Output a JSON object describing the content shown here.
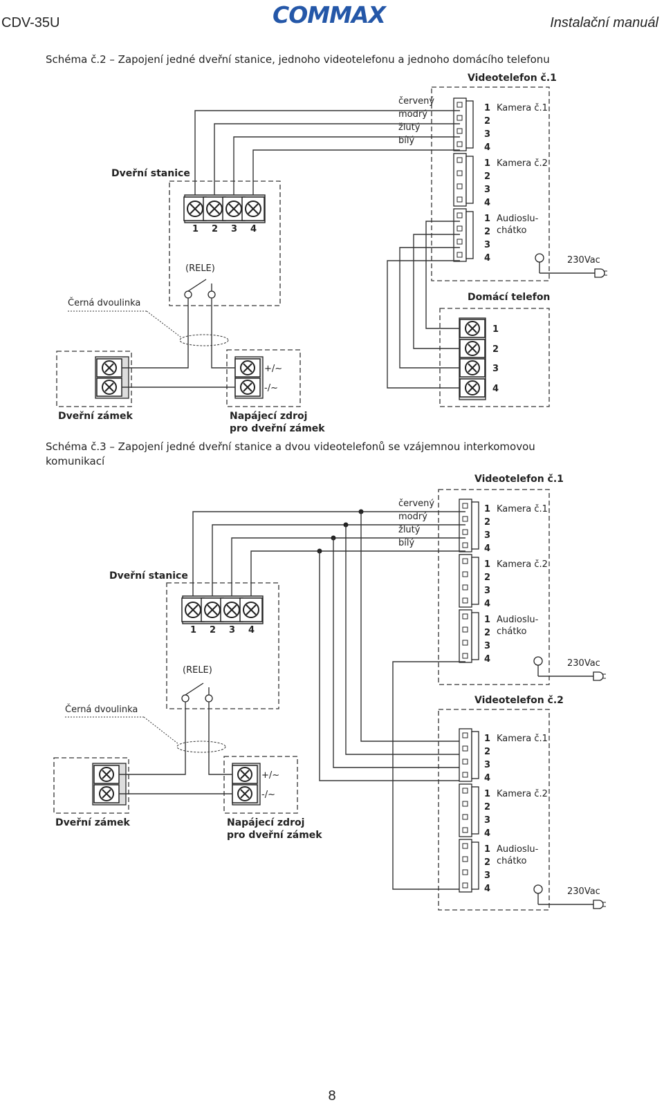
{
  "header": {
    "model": "CDV-35U",
    "brand": "COMMAX",
    "doc_title": "Instalační manuál"
  },
  "page_number": "8",
  "schema2": {
    "title": "Schéma č.2 – Zapojení jedné dveřní stanice, jednoho videotelefonu a jednoho domácího telefonu",
    "videotelefon": "Videotelefon č.1",
    "domaci_telefon": "Domácí telefon",
    "dverni_stanice": "Dveřní stanice",
    "rele": "(RELE)",
    "cerna_dvoulinka": "Černá dvoulinka",
    "dverni_zamek": "Dveřní zámek",
    "zdroj_line1": "Napájecí zdroj",
    "zdroj_line2": "pro dveřní zámek"
  },
  "schema3": {
    "title_line1": "Schéma č.3 – Zapojení jedné dveřní stanice a dvou videotelefonů se vzájemnou interkomovou",
    "title_line2": "komunikací",
    "videotelefon1": "Videotelefon č.1",
    "videotelefon2": "Videotelefon č.2",
    "dverni_stanice": "Dveřní stanice",
    "rele": "(RELE)",
    "cerna_dvoulinka": "Černá dvoulinka",
    "dverni_zamek": "Dveřní zámek",
    "zdroj_line1": "Napájecí zdroj",
    "zdroj_line2": "pro dveřní zámek"
  },
  "wires": [
    "červený",
    "modrý",
    "žlutý",
    "bílý"
  ],
  "connectors": {
    "kamera1": "Kamera č.1",
    "kamera2": "Kamera č.2",
    "audio_line1": "Audioslu-",
    "audio_line2": "chátko",
    "power": "230Vac"
  },
  "terminal_numbers": [
    "1",
    "2",
    "3",
    "4"
  ],
  "polarity": [
    "+/~",
    "-/~"
  ]
}
